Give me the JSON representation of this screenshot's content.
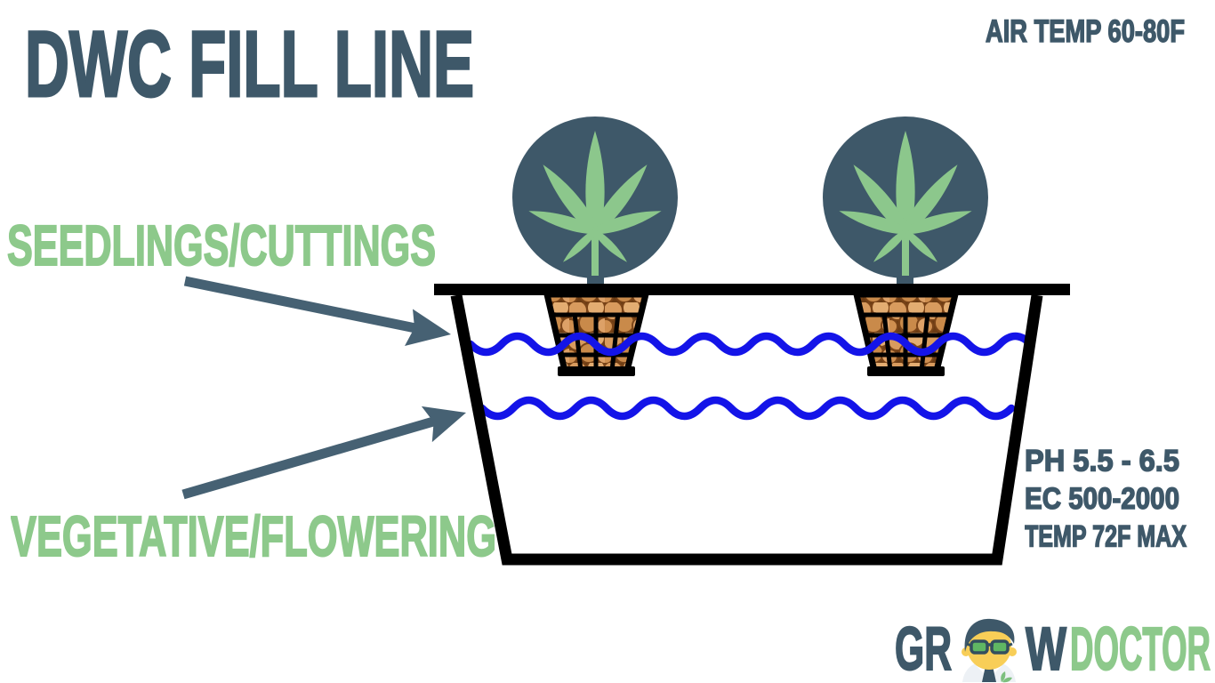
{
  "header": {
    "title": "DWC FILL LINE",
    "air_temp_note": "AIR TEMP 60-80F"
  },
  "fill_line_labels": {
    "seedlings": "SEEDLINGS/CUTTINGS",
    "vegetative": "VEGETATIVE/FLOWERING"
  },
  "reservoir_stats": {
    "ph": "PH 5.5 - 6.5",
    "ec": "EC 500-2000",
    "water_temp": "TEMP 72F MAX"
  },
  "diagram": {
    "plant_count": 2,
    "fill_lines": [
      {
        "position": "upper",
        "for_stage": "SEEDLINGS/CUTTINGS"
      },
      {
        "position": "lower",
        "for_stage": "VEGETATIVE/FLOWERING"
      }
    ]
  },
  "logo": {
    "gr": "GR",
    "w": "W",
    "doctor": "DOCTOR"
  },
  "colors": {
    "slate": "#3E5869",
    "green": "#8DC98B",
    "water_blue": "#1414E8",
    "pebbles": "#D79B5E",
    "outline_black": "#000000"
  }
}
